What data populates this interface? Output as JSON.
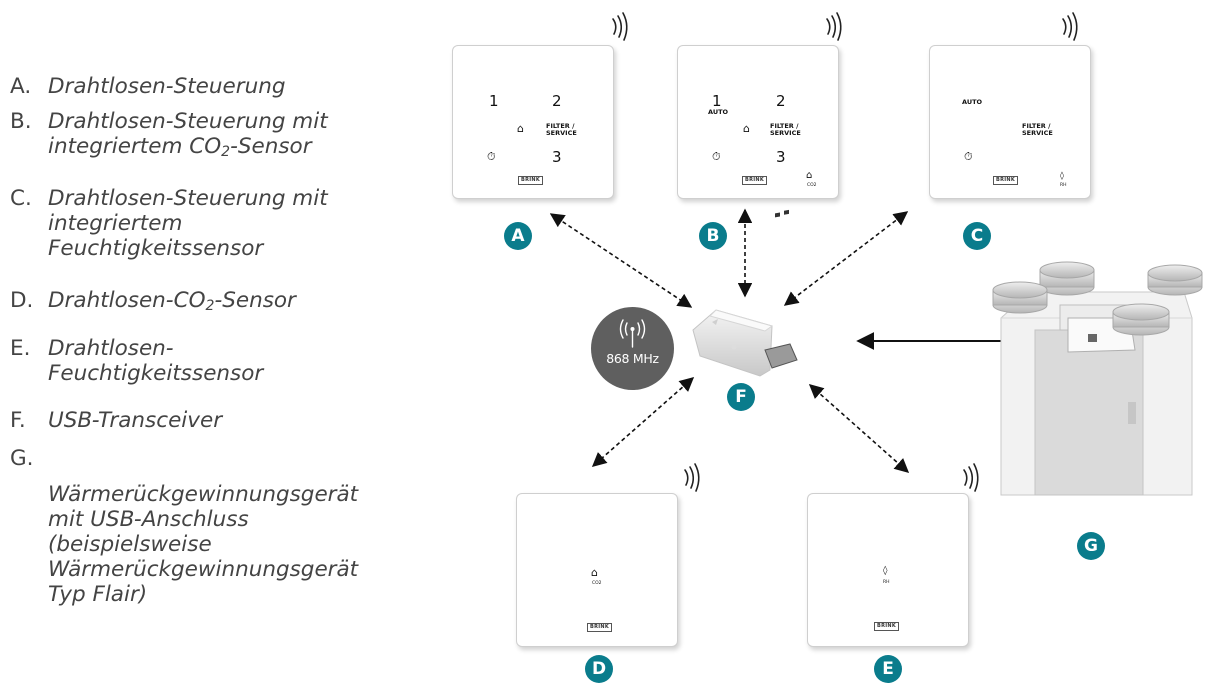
{
  "legend": [
    {
      "letter": "A.",
      "text": "Drahtlosen-Steuerung"
    },
    {
      "letter": "B.",
      "text_before": "Drahtlosen-Steuerung mit integriertem CO",
      "sub": "2",
      "text_after": "-Sensor"
    },
    {
      "letter": "C.",
      "text": "Drahtlosen-Steuerung mit integriertem Feuchtigkeitssensor"
    },
    {
      "letter": "D.",
      "text_before": "Drahtlosen-CO",
      "sub": "2",
      "text_after": "-Sensor"
    },
    {
      "letter": "E.",
      "text": "Drahtlosen-Feuchtigkeitssensor"
    },
    {
      "letter": "F.",
      "text": "USB-Transceiver"
    },
    {
      "letter": "G.",
      "text": "Wärmerückgewinnungsgerät mit USB-Anschluss (beispielsweise Wärmerückgewinnungsgerät Typ Flair)"
    }
  ],
  "badges": {
    "a": "A",
    "b": "B",
    "c": "C",
    "d": "D",
    "e": "E",
    "f": "F",
    "g": "G"
  },
  "frequency_label": "868 MHz",
  "panels": {
    "a": {
      "btn1": "1",
      "btn2": "2",
      "btn3": "3",
      "filter": "FILTER /",
      "service": "SERVICE",
      "brand": "BRINK"
    },
    "b": {
      "btn1": "1",
      "auto": "AUTO",
      "btn2": "2",
      "btn3": "3",
      "filter": "FILTER /",
      "service": "SERVICE",
      "brand": "BRINK",
      "sensor": "CO2"
    },
    "c": {
      "auto": "AUTO",
      "filter": "FILTER /",
      "service": "SERVICE",
      "brand": "BRINK",
      "sensor": "RH"
    },
    "d": {
      "brand": "BRINK",
      "sensor": "CO2"
    },
    "e": {
      "brand": "BRINK",
      "sensor": "RH"
    }
  },
  "colors": {
    "badge": "#0a7c8c",
    "arrow": "#111111",
    "frequency_circle": "#5f5f5f"
  }
}
